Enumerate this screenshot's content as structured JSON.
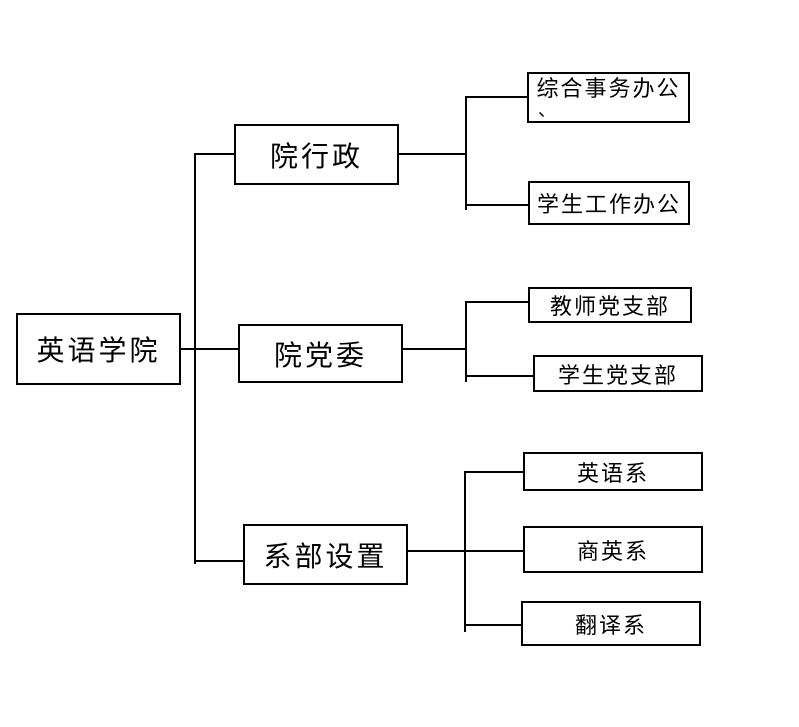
{
  "colors": {
    "background": "#ffffff",
    "line": "#000000",
    "box_border": "#000000",
    "text": "#000000"
  },
  "diagram": {
    "type": "org-chart",
    "root": {
      "label": "英语学院"
    },
    "branches": [
      {
        "label": "院行政",
        "children": [
          {
            "label": "综合事务办公",
            "label_line2": "、"
          },
          {
            "label": "学生工作办公"
          }
        ]
      },
      {
        "label": "院党委",
        "children": [
          {
            "label": "教师党支部"
          },
          {
            "label": "学生党支部"
          }
        ]
      },
      {
        "label": "系部设置",
        "children": [
          {
            "label": "英语系"
          },
          {
            "label": "商英系"
          },
          {
            "label": "翻译系"
          }
        ]
      }
    ]
  }
}
